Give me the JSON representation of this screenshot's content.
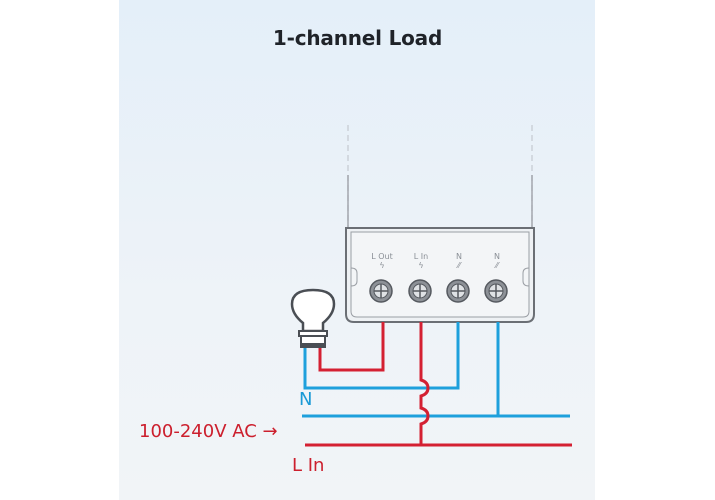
{
  "title": "1-channel Load",
  "device": {
    "terminals": [
      {
        "label": "L Out",
        "symbol": "ϟ"
      },
      {
        "label": "L In",
        "symbol": "ϟ"
      },
      {
        "label": "N",
        "symbol": "⁄⁄"
      },
      {
        "label": "N",
        "symbol": "⁄⁄"
      }
    ]
  },
  "labels": {
    "neutral": "N",
    "voltage": "100-240V AC →",
    "live_in": "L In"
  },
  "colors": {
    "live": "#d42032",
    "neutral": "#1ea0dc",
    "panel": "#e8f1fa",
    "device_outline": "#6b6f75"
  }
}
